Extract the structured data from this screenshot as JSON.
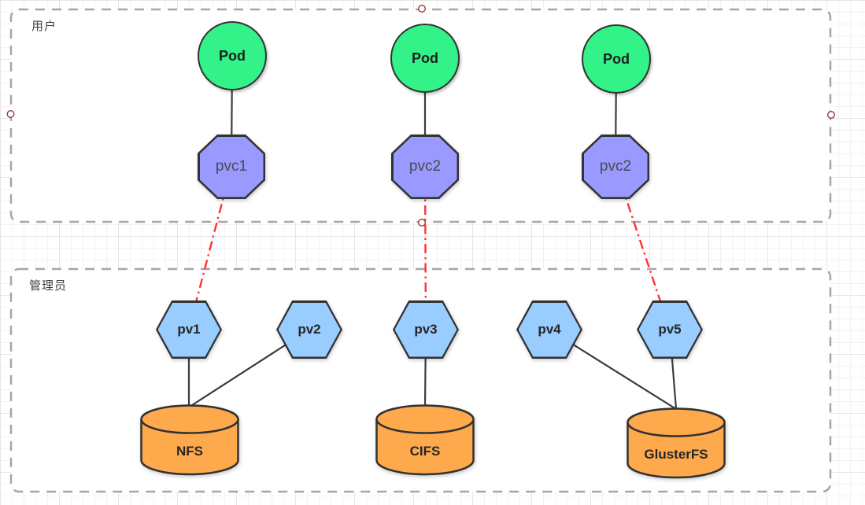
{
  "diagram": {
    "sections": {
      "user": {
        "label": "用户"
      },
      "admin": {
        "label": "管理员"
      }
    },
    "pods": [
      {
        "label": "Pod"
      },
      {
        "label": "Pod"
      },
      {
        "label": "Pod"
      }
    ],
    "pvcs": [
      {
        "label": "pvc1"
      },
      {
        "label": "pvc2"
      },
      {
        "label": "pvc2"
      }
    ],
    "pvs": [
      {
        "label": "pv1"
      },
      {
        "label": "pv2"
      },
      {
        "label": "pv3"
      },
      {
        "label": "pv4"
      },
      {
        "label": "pv5"
      }
    ],
    "storages": [
      {
        "label": "NFS"
      },
      {
        "label": "CIFS"
      },
      {
        "label": "GlusterFS"
      }
    ],
    "colors": {
      "pod_fill": "#33f288",
      "pvc_fill": "#9999ff",
      "pv_fill": "#99ccff",
      "storage_fill": "#ffa94d",
      "shape_border": "#323232",
      "edge": "#3c3c3c",
      "bind_edge": "#ff3333",
      "container_border": "#a6a6a6",
      "connection_point": "#9b3a3a"
    }
  }
}
